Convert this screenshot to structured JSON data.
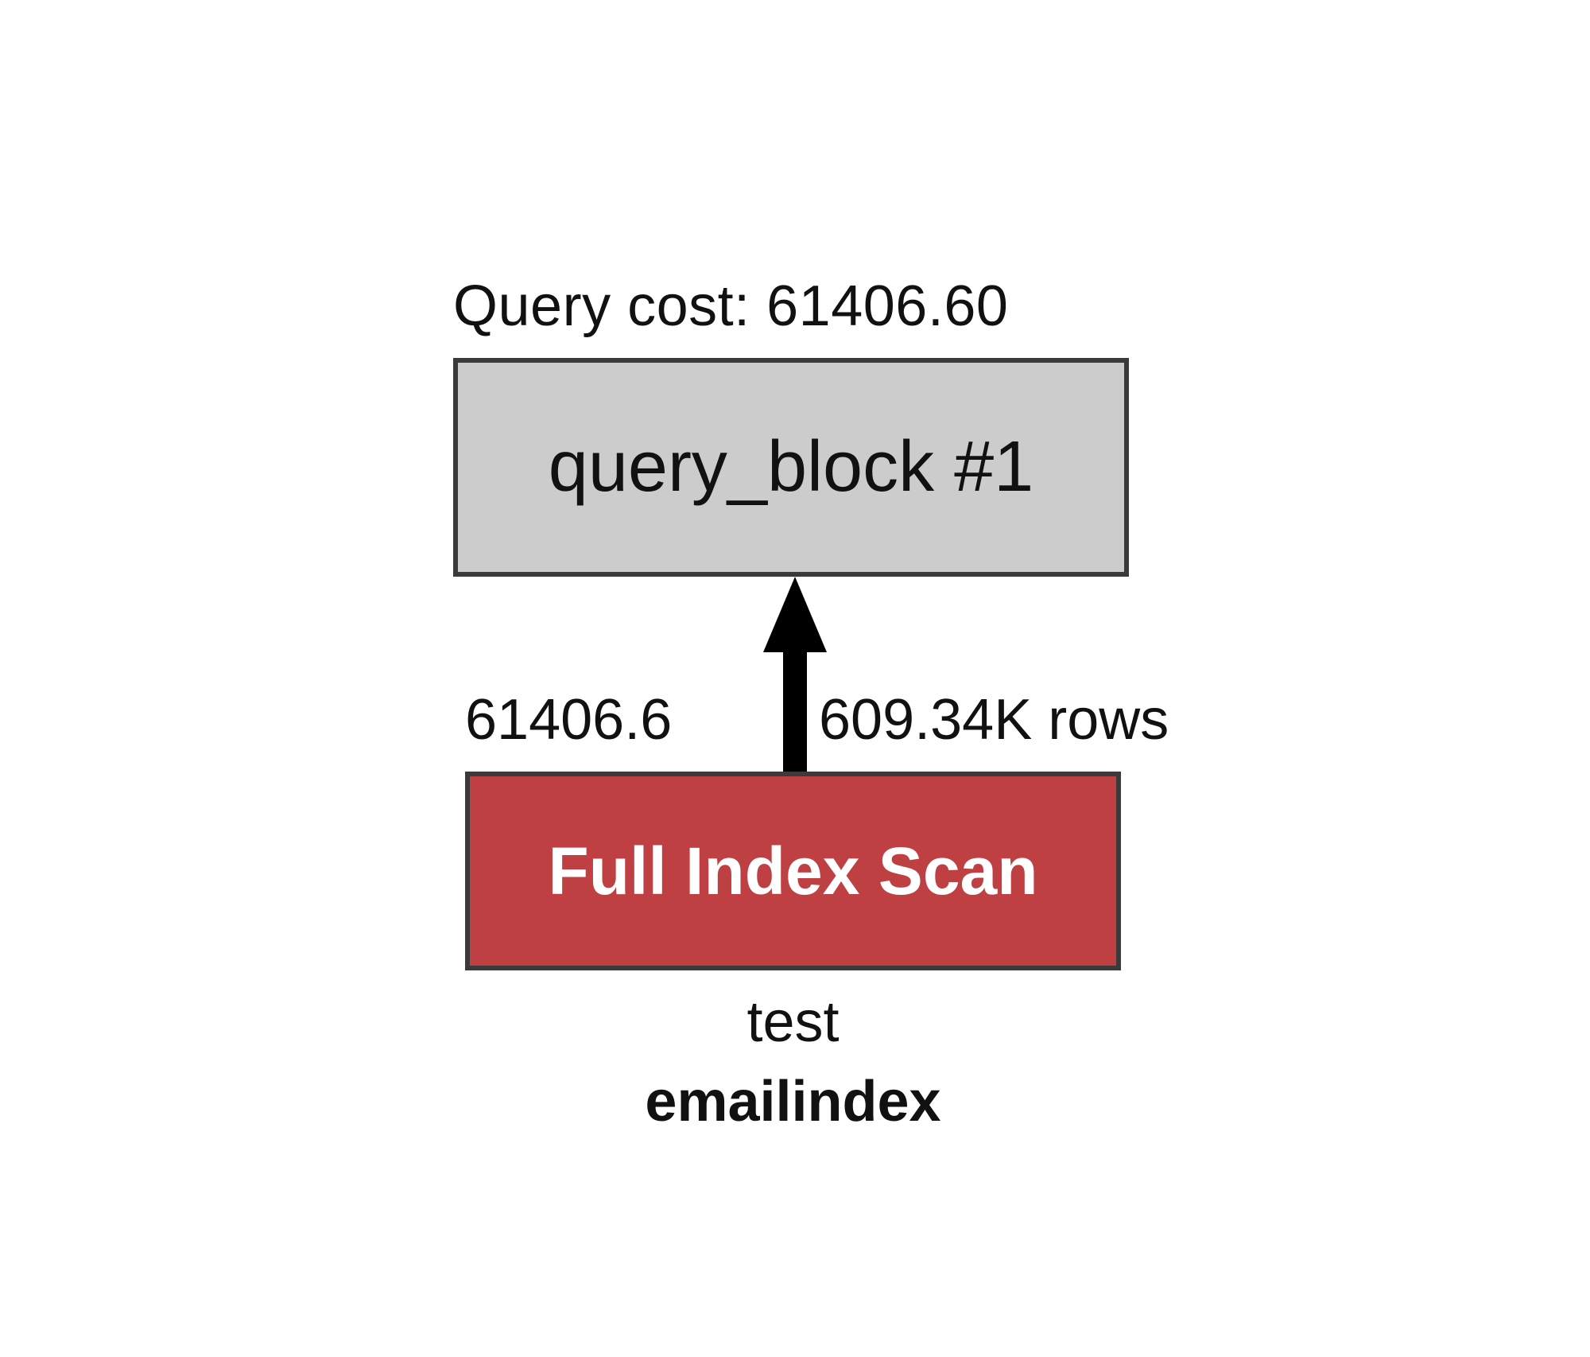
{
  "header": {
    "query_cost_label": "Query cost: 61406.60"
  },
  "nodes": {
    "query_block": {
      "label": "query_block #1",
      "fill_color": "#cccccc"
    },
    "scan": {
      "label": "Full Index Scan",
      "fill_color": "#bf4043",
      "table": "test",
      "index": "emailindex"
    }
  },
  "edge": {
    "cost": "61406.6",
    "rows": "609.34K rows",
    "arrow_color": "#000000"
  }
}
